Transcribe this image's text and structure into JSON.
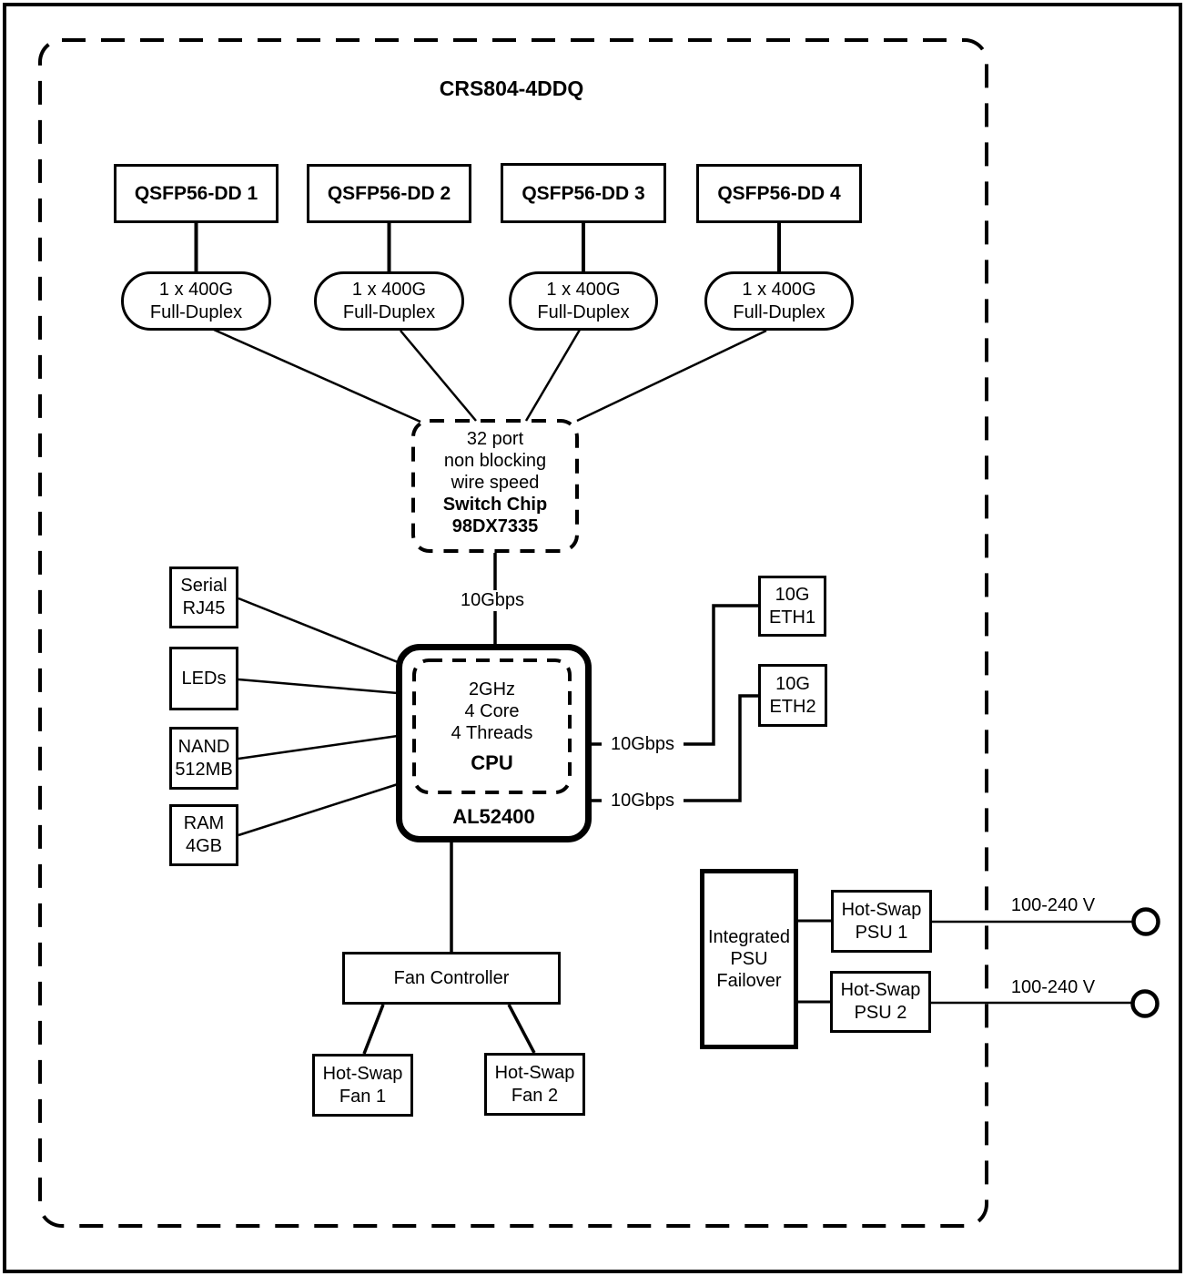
{
  "diagram": {
    "title": "CRS804-4DDQ",
    "qsfp_ports": [
      {
        "label": "QSFP56-DD 1"
      },
      {
        "label": "QSFP56-DD 2"
      },
      {
        "label": "QSFP56-DD 3"
      },
      {
        "label": "QSFP56-DD 4"
      }
    ],
    "port_capabilities": [
      {
        "line1": "1 x 400G",
        "line2": "Full-Duplex"
      },
      {
        "line1": "1 x 400G",
        "line2": "Full-Duplex"
      },
      {
        "line1": "1 x 400G",
        "line2": "Full-Duplex"
      },
      {
        "line1": "1 x 400G",
        "line2": "Full-Duplex"
      }
    ],
    "switch_chip": {
      "line1": "32 port",
      "line2": "non blocking",
      "line3": "wire speed",
      "name": "Switch Chip",
      "model": "98DX7335"
    },
    "links": {
      "switch_to_cpu": "10Gbps",
      "cpu_to_eth1": "10Gbps",
      "cpu_to_eth2": "10Gbps"
    },
    "cpu": {
      "spec1": "2GHz",
      "spec2": "4 Core",
      "spec3": "4 Threads",
      "label": "CPU",
      "model": "AL52400"
    },
    "peripherals": {
      "serial": {
        "line1": "Serial",
        "line2": "RJ45"
      },
      "leds": {
        "line1": "LEDs"
      },
      "nand": {
        "line1": "NAND",
        "line2": "512MB"
      },
      "ram": {
        "line1": "RAM",
        "line2": "4GB"
      }
    },
    "eth_ports": [
      {
        "line1": "10G",
        "line2": "ETH1"
      },
      {
        "line1": "10G",
        "line2": "ETH2"
      }
    ],
    "cooling": {
      "controller": "Fan Controller",
      "fans": [
        {
          "line1": "Hot-Swap",
          "line2": "Fan 1"
        },
        {
          "line1": "Hot-Swap",
          "line2": "Fan 2"
        }
      ]
    },
    "power": {
      "failover": {
        "line1": "Integrated",
        "line2": "PSU",
        "line3": "Failover"
      },
      "psus": [
        {
          "line1": "Hot-Swap",
          "line2": "PSU 1"
        },
        {
          "line1": "Hot-Swap",
          "line2": "PSU 2"
        }
      ],
      "input_voltage_1": "100-240 V",
      "input_voltage_2": "100-240 V"
    },
    "colors": {
      "line": "#000000",
      "background": "#ffffff",
      "text": "#000000"
    }
  }
}
